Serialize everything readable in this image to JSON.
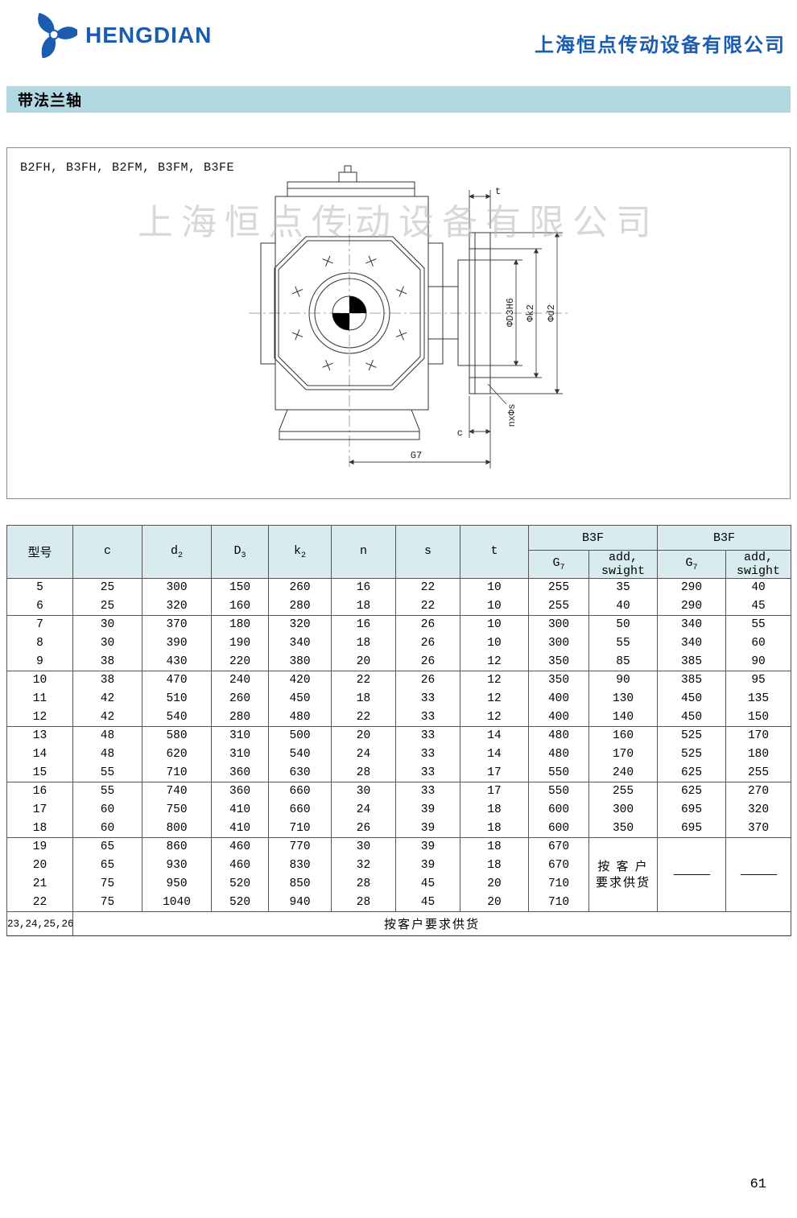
{
  "header": {
    "brand": "HENGDIAN",
    "company": "上海恒点传动设备有限公司"
  },
  "section_title": "带法兰轴",
  "drawing": {
    "models_label": "B2FH, B3FH, B2FM, B3FM, B3FE",
    "watermark": "上海恒点传动设备有限公司",
    "dims": {
      "t": "t",
      "d3": "ΦD3H6",
      "k2": "Φk2",
      "d2": "Φd2",
      "nxs": "nxΦs",
      "c": "c",
      "g7": "G7"
    }
  },
  "table": {
    "col_headers": {
      "model": "型号",
      "c": {
        "base": "c",
        "sub": ""
      },
      "d2": {
        "base": "d",
        "sub": "2"
      },
      "D3": {
        "base": "D",
        "sub": "3"
      },
      "k2": {
        "base": "k",
        "sub": "2"
      },
      "n": {
        "base": "n",
        "sub": ""
      },
      "s": {
        "base": "s",
        "sub": ""
      },
      "t": {
        "base": "t",
        "sub": ""
      },
      "group1": "B3F",
      "group2": "B3F",
      "g7": {
        "base": "G",
        "sub": "7"
      },
      "weight": "add, swight"
    },
    "rows": [
      {
        "model": "5",
        "c": "25",
        "d2": "300",
        "D3": "150",
        "k2": "260",
        "n": "16",
        "s": "22",
        "t": "10",
        "g7_1": "255",
        "w_1": "35",
        "g7_2": "290",
        "w_2": "40"
      },
      {
        "model": "6",
        "c": "25",
        "d2": "320",
        "D3": "160",
        "k2": "280",
        "n": "18",
        "s": "22",
        "t": "10",
        "g7_1": "255",
        "w_1": "40",
        "g7_2": "290",
        "w_2": "45"
      },
      {
        "model": "7",
        "c": "30",
        "d2": "370",
        "D3": "180",
        "k2": "320",
        "n": "16",
        "s": "26",
        "t": "10",
        "g7_1": "300",
        "w_1": "50",
        "g7_2": "340",
        "w_2": "55",
        "group_start": true
      },
      {
        "model": "8",
        "c": "30",
        "d2": "390",
        "D3": "190",
        "k2": "340",
        "n": "18",
        "s": "26",
        "t": "10",
        "g7_1": "300",
        "w_1": "55",
        "g7_2": "340",
        "w_2": "60"
      },
      {
        "model": "9",
        "c": "38",
        "d2": "430",
        "D3": "220",
        "k2": "380",
        "n": "20",
        "s": "26",
        "t": "12",
        "g7_1": "350",
        "w_1": "85",
        "g7_2": "385",
        "w_2": "90"
      },
      {
        "model": "10",
        "c": "38",
        "d2": "470",
        "D3": "240",
        "k2": "420",
        "n": "22",
        "s": "26",
        "t": "12",
        "g7_1": "350",
        "w_1": "90",
        "g7_2": "385",
        "w_2": "95",
        "group_start": true
      },
      {
        "model": "11",
        "c": "42",
        "d2": "510",
        "D3": "260",
        "k2": "450",
        "n": "18",
        "s": "33",
        "t": "12",
        "g7_1": "400",
        "w_1": "130",
        "g7_2": "450",
        "w_2": "135"
      },
      {
        "model": "12",
        "c": "42",
        "d2": "540",
        "D3": "280",
        "k2": "480",
        "n": "22",
        "s": "33",
        "t": "12",
        "g7_1": "400",
        "w_1": "140",
        "g7_2": "450",
        "w_2": "150"
      },
      {
        "model": "13",
        "c": "48",
        "d2": "580",
        "D3": "310",
        "k2": "500",
        "n": "20",
        "s": "33",
        "t": "14",
        "g7_1": "480",
        "w_1": "160",
        "g7_2": "525",
        "w_2": "170",
        "group_start": true
      },
      {
        "model": "14",
        "c": "48",
        "d2": "620",
        "D3": "310",
        "k2": "540",
        "n": "24",
        "s": "33",
        "t": "14",
        "g7_1": "480",
        "w_1": "170",
        "g7_2": "525",
        "w_2": "180"
      },
      {
        "model": "15",
        "c": "55",
        "d2": "710",
        "D3": "360",
        "k2": "630",
        "n": "28",
        "s": "33",
        "t": "17",
        "g7_1": "550",
        "w_1": "240",
        "g7_2": "625",
        "w_2": "255"
      },
      {
        "model": "16",
        "c": "55",
        "d2": "740",
        "D3": "360",
        "k2": "660",
        "n": "30",
        "s": "33",
        "t": "17",
        "g7_1": "550",
        "w_1": "255",
        "g7_2": "625",
        "w_2": "270",
        "group_start": true
      },
      {
        "model": "17",
        "c": "60",
        "d2": "750",
        "D3": "410",
        "k2": "660",
        "n": "24",
        "s": "39",
        "t": "18",
        "g7_1": "600",
        "w_1": "300",
        "g7_2": "695",
        "w_2": "320"
      },
      {
        "model": "18",
        "c": "60",
        "d2": "800",
        "D3": "410",
        "k2": "710",
        "n": "26",
        "s": "39",
        "t": "18",
        "g7_1": "600",
        "w_1": "350",
        "g7_2": "695",
        "w_2": "370"
      },
      {
        "model": "19",
        "c": "65",
        "d2": "860",
        "D3": "460",
        "k2": "770",
        "n": "30",
        "s": "39",
        "t": "18",
        "g7_1": "670",
        "group_start": true
      },
      {
        "model": "20",
        "c": "65",
        "d2": "930",
        "D3": "460",
        "k2": "830",
        "n": "32",
        "s": "39",
        "t": "18",
        "g7_1": "670"
      },
      {
        "model": "21",
        "c": "75",
        "d2": "950",
        "D3": "520",
        "k2": "850",
        "n": "28",
        "s": "45",
        "t": "20",
        "g7_1": "710"
      },
      {
        "model": "22",
        "c": "75",
        "d2": "1040",
        "D3": "520",
        "k2": "940",
        "n": "28",
        "s": "45",
        "t": "20",
        "g7_1": "710"
      }
    ],
    "merged_rows": {
      "start_model": "19",
      "span": 4,
      "note_lines": [
        "按 客 户",
        "要求供货"
      ],
      "dash": "——————"
    },
    "final_row": {
      "models": "23,24,25,26",
      "note": "按客户要求供货"
    }
  },
  "page_number": "61"
}
